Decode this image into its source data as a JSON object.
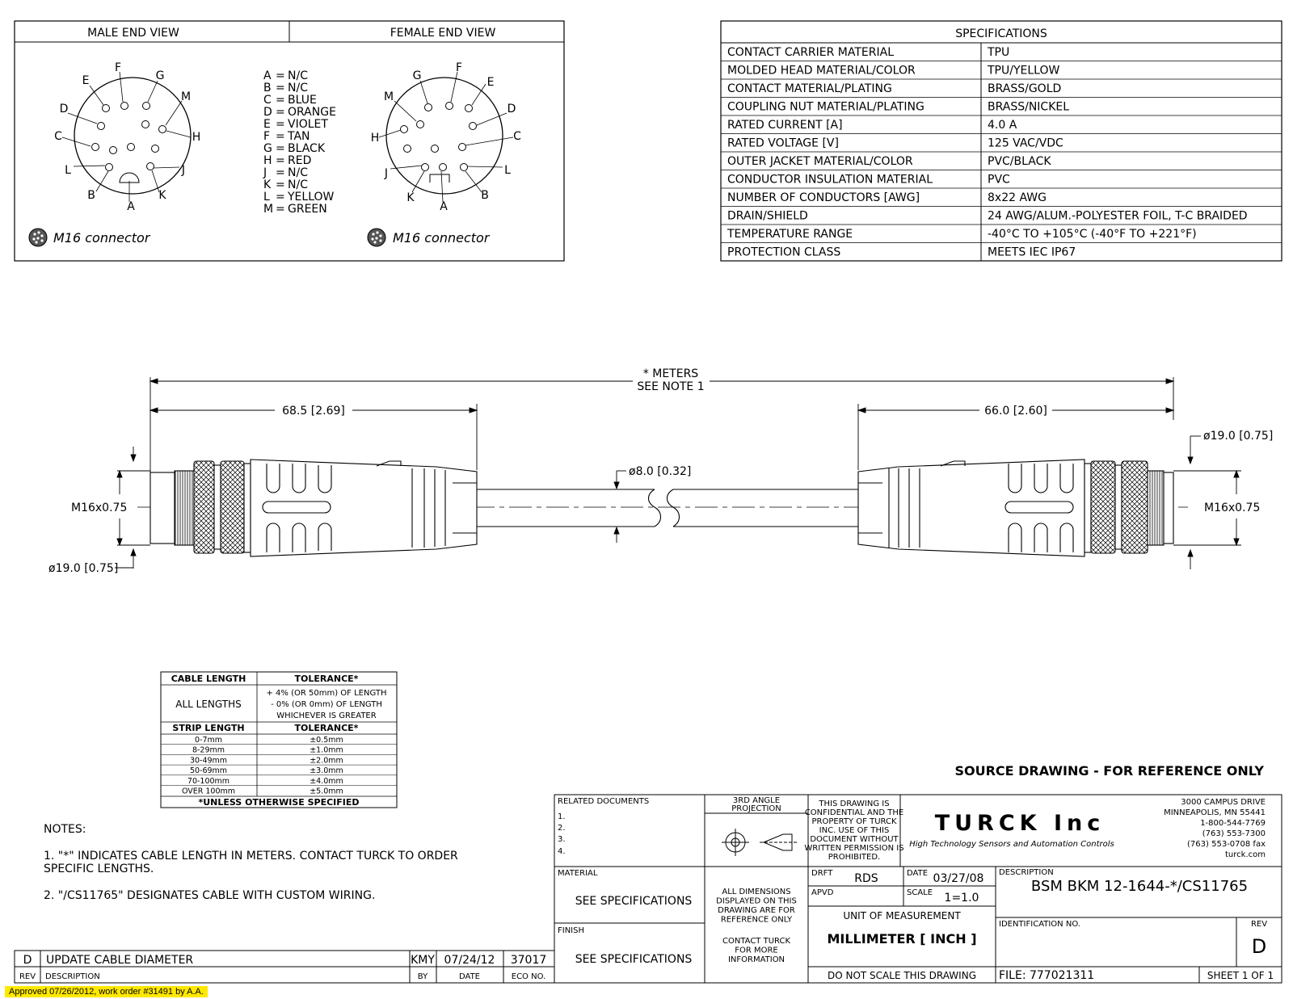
{
  "end_views": {
    "male_title": "MALE END VIEW",
    "female_title": "FEMALE END VIEW",
    "connector_caption": "M16 connector",
    "pin_letters": [
      "A",
      "B",
      "C",
      "D",
      "E",
      "F",
      "G",
      "H",
      "J",
      "K",
      "L",
      "M"
    ],
    "wire_colors": [
      {
        "pin": "A",
        "color": "N/C"
      },
      {
        "pin": "B",
        "color": "N/C"
      },
      {
        "pin": "C",
        "color": "BLUE"
      },
      {
        "pin": "D",
        "color": "ORANGE"
      },
      {
        "pin": "E",
        "color": "VIOLET"
      },
      {
        "pin": "F",
        "color": "TAN"
      },
      {
        "pin": "G",
        "color": "BLACK"
      },
      {
        "pin": "H",
        "color": "RED"
      },
      {
        "pin": "J",
        "color": "N/C"
      },
      {
        "pin": "K",
        "color": "N/C"
      },
      {
        "pin": "L",
        "color": "YELLOW"
      },
      {
        "pin": "M",
        "color": "GREEN"
      }
    ]
  },
  "specifications": {
    "title": "SPECIFICATIONS",
    "rows": [
      {
        "label": "CONTACT CARRIER MATERIAL",
        "value": "TPU"
      },
      {
        "label": "MOLDED HEAD MATERIAL/COLOR",
        "value": "TPU/YELLOW"
      },
      {
        "label": "CONTACT MATERIAL/PLATING",
        "value": "BRASS/GOLD"
      },
      {
        "label": "COUPLING NUT MATERIAL/PLATING",
        "value": "BRASS/NICKEL"
      },
      {
        "label": "RATED CURRENT [A]",
        "value": "4.0 A"
      },
      {
        "label": "RATED VOLTAGE [V]",
        "value": "125 VAC/VDC"
      },
      {
        "label": "OUTER JACKET MATERIAL/COLOR",
        "value": "PVC/BLACK"
      },
      {
        "label": "CONDUCTOR INSULATION MATERIAL",
        "value": "PVC"
      },
      {
        "label": "NUMBER OF CONDUCTORS [AWG]",
        "value": "8x22 AWG"
      },
      {
        "label": "DRAIN/SHIELD",
        "value": "24 AWG/ALUM.-POLYESTER FOIL, T-C BRAIDED"
      },
      {
        "label": "TEMPERATURE RANGE",
        "value": "-40°C TO +105°C (-40°F TO +221°F)"
      },
      {
        "label": "PROTECTION CLASS",
        "value": "MEETS IEC IP67"
      }
    ]
  },
  "dimensions": {
    "overall_1": "* METERS",
    "overall_2": "SEE NOTE 1",
    "left_length": "68.5 [2.69]",
    "right_length": "66.0 [2.60]",
    "cable_dia": "ø8.0 [0.32]",
    "left_dia": "ø19.0 [0.75]",
    "right_dia": "ø19.0 [0.75]",
    "left_thread": "M16x0.75",
    "right_thread": "M16x0.75"
  },
  "tolerance_table": {
    "h1": "CABLE LENGTH",
    "h2": "TOLERANCE*",
    "all_lengths": "ALL LENGTHS",
    "all_line1": "+ 4% (OR 50mm) OF LENGTH",
    "all_line2": "- 0% (OR 0mm) OF LENGTH",
    "all_line3": "WHICHEVER IS GREATER",
    "h3": "STRIP LENGTH",
    "h4": "TOLERANCE*",
    "rows": [
      {
        "range": "0-7mm",
        "tol": "±0.5mm"
      },
      {
        "range": "8-29mm",
        "tol": "±1.0mm"
      },
      {
        "range": "30-49mm",
        "tol": "±2.0mm"
      },
      {
        "range": "50-69mm",
        "tol": "±3.0mm"
      },
      {
        "range": "70-100mm",
        "tol": "±4.0mm"
      },
      {
        "range": "OVER 100mm",
        "tol": "±5.0mm"
      }
    ],
    "footer": "*UNLESS OTHERWISE SPECIFIED"
  },
  "notes": {
    "heading": "NOTES:",
    "n1a": "1. \"*\" INDICATES CABLE LENGTH IN METERS. CONTACT TURCK TO ORDER",
    "n1b": "SPECIFIC LENGTHS.",
    "n2": "2. \"/CS11765\" DESIGNATES CABLE WITH CUSTOM WIRING."
  },
  "source_note": "SOURCE DRAWING - FOR REFERENCE ONLY",
  "revision": {
    "rev": "D",
    "description": "UPDATE CABLE DIAMETER",
    "by": "KMY",
    "date": "07/24/12",
    "eco": "37017",
    "h_rev": "REV",
    "h_desc": "DESCRIPTION",
    "h_by": "BY",
    "h_date": "DATE",
    "h_eco": "ECO NO."
  },
  "title_block": {
    "related_docs": "RELATED DOCUMENTS",
    "rd1": "1.",
    "rd2": "2.",
    "rd3": "3.",
    "rd4": "4.",
    "projection_1": "3RD ANGLE",
    "projection_2": "PROJECTION",
    "conf": [
      "THIS DRAWING IS",
      "CONFIDENTIAL AND THE",
      "PROPERTY OF TURCK",
      "INC. USE OF THIS",
      "DOCUMENT WITHOUT",
      "WRITTEN PERMISSION IS",
      "PROHIBITED."
    ],
    "company": "TURCK Inc",
    "tagline": "High Technology Sensors and Automation Controls",
    "addr": [
      "3000 CAMPUS DRIVE",
      "MINNEAPOLIS, MN 55441",
      "1-800-544-7769",
      "(763) 553-7300",
      "(763) 553-0708 fax",
      "turck.com"
    ],
    "material_h": "MATERIAL",
    "material_v": "SEE SPECIFICATIONS",
    "finish_h": "FINISH",
    "finish_v": "SEE SPECIFICATIONS",
    "alldim": [
      "ALL DIMENSIONS",
      "DISPLAYED ON THIS",
      "DRAWING ARE FOR",
      "REFERENCE ONLY"
    ],
    "contact": [
      "CONTACT TURCK",
      "FOR MORE",
      "INFORMATION"
    ],
    "drft_h": "DRFT",
    "drft_v": "RDS",
    "date_h": "DATE",
    "date_v": "03/27/08",
    "apvd_h": "APVD",
    "scale_h": "SCALE",
    "scale_v": "1=1.0",
    "unit_h": "UNIT OF MEASUREMENT",
    "unit_v": "MILLIMETER [ INCH ]",
    "noscale": "DO NOT SCALE THIS DRAWING",
    "desc_h": "DESCRIPTION",
    "desc_v": "BSM BKM 12-1644-*/CS11765",
    "ident_h": "IDENTIFICATION NO.",
    "rev_h": "REV",
    "rev_v": "D",
    "file": "FILE: 777021311",
    "sheet": "SHEET 1 OF 1"
  },
  "approval": "Approved 07/26/2012, work order #31491 by A.A."
}
